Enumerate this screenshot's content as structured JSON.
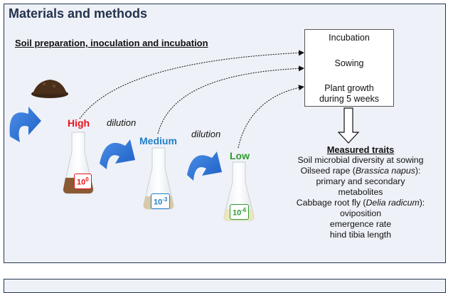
{
  "title": "Materials and methods",
  "subtitle": "Soil preparation, inoculation and incubation",
  "process_box": {
    "incubation": "Incubation",
    "sowing": "Sowing",
    "plant_growth_1": "Plant growth",
    "plant_growth_2": "during 5 weeks"
  },
  "levels": {
    "high": "High",
    "medium": "Medium",
    "low": "Low"
  },
  "dilution_labels": [
    "dilution",
    "dilution"
  ],
  "concentrations": {
    "high": {
      "base": "10",
      "exp": "0"
    },
    "medium": {
      "base": "10",
      "exp": "-3"
    },
    "low": {
      "base": "10",
      "exp": "-6"
    }
  },
  "measured_traits": {
    "heading": "Measured traits",
    "line1": "Soil microbial diversity at sowing",
    "line2_pre": "Oilseed rape (",
    "line2_italic": "Brassica napus",
    "line2_post": "):",
    "line3": "primary and secondary",
    "line4": "metabolites",
    "line5_pre": "Cabbage root fly (",
    "line5_italic": "Delia radicum",
    "line5_post": "):",
    "line6": "oviposition",
    "line7": "emergence rate",
    "line8": "hind tibia length"
  },
  "colors": {
    "title": "#24324d",
    "high": "#e8141a",
    "medium": "#1f7fc9",
    "low": "#2f9a2f",
    "arrow_blue": "#2a6fce",
    "panel_bg": "#eef1f7"
  },
  "icons": [
    "soil-pile-icon",
    "flask-icon",
    "curved-arrow-icon",
    "down-arrow-icon"
  ]
}
